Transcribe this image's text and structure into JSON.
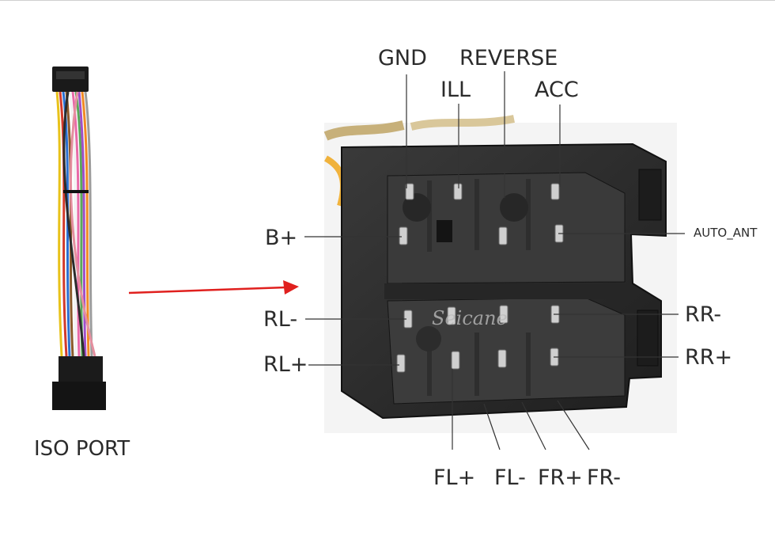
{
  "labels": {
    "gnd": "GND",
    "reverse": "REVERSE",
    "ill": "ILL",
    "acc": "ACC",
    "b_plus": "B+",
    "auto_ant": "AUTO_ANT",
    "rl_minus": "RL-",
    "rl_plus": "RL+",
    "rr_minus": "RR-",
    "rr_plus": "RR+",
    "fl_plus": "FL+",
    "fl_minus": "FL-",
    "fr_plus": "FR+",
    "fr_minus": "FR-",
    "iso_port": "ISO PORT"
  },
  "watermark": "Seicane",
  "colors": {
    "arrow": "#e0201e",
    "leader": "#333333",
    "connector": "#2a2a2a",
    "pin": "#cfcfcf"
  }
}
